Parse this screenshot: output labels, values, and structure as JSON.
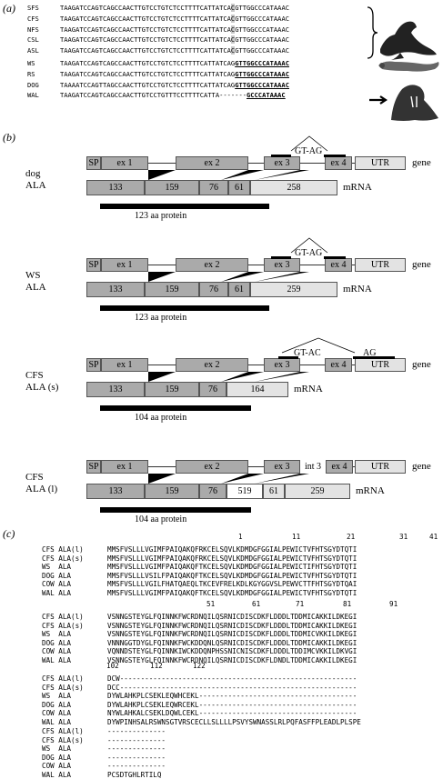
{
  "panel_a": {
    "label": "(a)",
    "rows": [
      {
        "name": "SFS",
        "pre": "TAAGATCCAGTCAGCCAACTTGTCCTGTCTCCTTTTCATTATCA",
        "hl": "C",
        "post": "GTTGGCCCATAAAC",
        "mark": ""
      },
      {
        "name": "CFS",
        "pre": "TAAGATCCAGTCAGCCAACTTGTCCTGTCTCCTTTTCATTATCA",
        "hl": "C",
        "post": "GTTGGCCCATAAAC",
        "mark": ""
      },
      {
        "name": "NFS",
        "pre": "TAAGATCCAGTCAGCCAACTTGTCCTGTCTCCTTTTCATTATCA",
        "hl": "C",
        "post": "GTTGGCCCATAAAC",
        "mark": ""
      },
      {
        "name": "CSL",
        "pre": "TAAGATCCAGTCAGCCAACTTGTCCTGTCTCCTTTTCATTATCA",
        "hl": "C",
        "post": "GTTGGCCCATAAAC",
        "mark": ""
      },
      {
        "name": "ASL",
        "pre": "TAAGATCCAGTCAGCCAACTTGTCCTGTCTCCTTTTCATTATCA",
        "hl": "C",
        "post": "GTTGGCCCATAAAC",
        "mark": ""
      },
      {
        "name": "WS",
        "pre": "TAAGATCCAGTCAGCCAACTTGTCCTGTCTCCTTTTCATTATCAG",
        "hl": "",
        "post": "GTTGGCCCATAAAC",
        "mark": "ul"
      },
      {
        "name": "RS",
        "pre": "TAAGATCCAGTCAGCCAACTTGTCCTGTCTCCTTTTCATTATCAG",
        "hl": "",
        "post": "GTTGGCCCATAAAC",
        "mark": "ul"
      },
      {
        "name": "DOG",
        "pre": "TAAAATCCAGTTAGCCAACTTGTCCTGTCTCCTTTTCATTATCAG",
        "hl": "",
        "post": "GTTGGCCCATAAAC",
        "mark": "ul"
      },
      {
        "name": "WAL",
        "pre": "TAAGATCCAGTCAGCCAACTTGTCCTGTTTCCTTTTCATTA-------",
        "hl": "",
        "post": "GCCCATAAAC",
        "mark": "ul"
      }
    ]
  },
  "panel_b": {
    "label": "(b)",
    "diagrams": [
      {
        "name1": "dog",
        "name2": "ALA",
        "gene": {
          "sp": "SP",
          "ex1": "ex 1",
          "ex2": "ex 2",
          "ex3": "ex 3",
          "ex4": "ex 4",
          "utr": "UTR",
          "tag": "gene",
          "splice": "GT-AG"
        },
        "mrna": [
          "133",
          "159",
          "76",
          "61",
          "258"
        ],
        "mrna_tag": "mRNA",
        "protein": "123 aa protein"
      },
      {
        "name1": "WS",
        "name2": "ALA",
        "gene": {
          "sp": "SP",
          "ex1": "ex 1",
          "ex2": "ex 2",
          "ex3": "ex 3",
          "ex4": "ex 4",
          "utr": "UTR",
          "tag": "gene",
          "splice": "GT-AG"
        },
        "mrna": [
          "133",
          "159",
          "76",
          "61",
          "259"
        ],
        "mrna_tag": "mRNA",
        "protein": "123 aa protein"
      },
      {
        "name1": "CFS",
        "name2": "ALA (s)",
        "gene": {
          "sp": "SP",
          "ex1": "ex 1",
          "ex2": "ex 2",
          "ex3": "ex 3",
          "ex4": "ex 4",
          "utr": "UTR",
          "tag": "gene",
          "splice": "GT-AC",
          "splice2": "AG"
        },
        "mrna": [
          "133",
          "159",
          "76",
          "164"
        ],
        "mrna_tag": "mRNA",
        "protein": "104 aa protein"
      },
      {
        "name1": "CFS",
        "name2": "ALA (l)",
        "gene": {
          "sp": "SP",
          "ex1": "ex 1",
          "ex2": "ex 2",
          "ex3": "ex 3",
          "int": "int 3",
          "ex4": "ex 4",
          "utr": "UTR",
          "tag": "gene"
        },
        "mrna": [
          "133",
          "159",
          "76",
          "519",
          "61",
          "259"
        ],
        "mrna_tag": "mRNA",
        "protein": "104 aa protein"
      }
    ]
  },
  "panel_c": {
    "label": "(c)",
    "block1": {
      "numbers": [
        "1",
        "11",
        "21",
        "31",
        "41"
      ],
      "rows": [
        {
          "name": "CFS ALA(l)",
          "seq": "MMSFVSLLLVGIMFPAIQAKQFRKCELSQVLKDMDGFGGIALPEWICTVFHTSGYDTQTI"
        },
        {
          "name": "CFS ALA(s)",
          "seq": "MMSFVSLLLVGIMFPAIQAKQFRKCELSQVLKDMDGFGGIALPEWICTVFHTSGYDTQTI"
        },
        {
          "name": "WS  ALA",
          "seq": "MMSFVSLLLVGIMFPAIQAKQFTKCELSQVLKDMDGFGGIALPEWICTIFHTSGYDTQTI"
        },
        {
          "name": "DOG ALA",
          "seq": "MMSFVSLLLVSILFPAIQAKQFTKCELSQVLKDMDGFGGIALPEWICTVFHTSGYDTQTI"
        },
        {
          "name": "COW ALA",
          "seq": "MMSFVSLLLVGILFHATQAEQLTKCEVFRELKDLKGYGGVSLPEWVCTTFHTSGYDTQAI"
        },
        {
          "name": "WAL ALA",
          "seq": "MMSFVSLLLVGIMFPAIQAKQFTKCELSQVLKDMDGFGGIALPEWICTVFHTSGYDTQTI"
        }
      ]
    },
    "block2": {
      "numbers": [
        "51",
        "61",
        "71",
        "81",
        "91"
      ],
      "rows": [
        {
          "name": "CFS ALA(l)",
          "seq": "VSNNGSTEYGLFQINNKFWCRDNQILQSRNICDISCDKFLDDDLTDDMICAKKILDKEGI"
        },
        {
          "name": "CFS ALA(s)",
          "seq": "VSNNGSTEYGLFQINNKFWCRDNQILQSRNICDISCDKFLDDDLTDDMICAKKILDKEGI"
        },
        {
          "name": "WS  ALA",
          "seq": "VSNNGSTEYGLFQINNKFWCRDNQILQSRNICDISCDKFLDDDLTDDMICVKKILDKEGI"
        },
        {
          "name": "DOG ALA",
          "seq": "VNNNGGTDYGLFQINNKFWCKDDQNLQSRNICDISCDKFLDDDLTDDMICAKKILDKEGI"
        },
        {
          "name": "COW ALA",
          "seq": "VQNNDSTEYGLFQINNKIWCKDDQNPHSSNICNISCDKFLDDDLTDDIMCVKKILDKVGI"
        },
        {
          "name": "WAL ALA",
          "seq": "VSNNGSTEYGLFQINNKFWCRDNQILQSRNICDISCDKFLDNDLTDDMICAKKILDKEGI"
        }
      ]
    },
    "block3": {
      "numbers": [
        "102",
        "112",
        "122"
      ],
      "rows": [
        {
          "name": "CFS ALA(l)",
          "seq": "DCW---------------------------------------------------------"
        },
        {
          "name": "CFS ALA(s)",
          "seq": "DCC---------------------------------------------------------"
        },
        {
          "name": "WS  ALA",
          "seq": "DYWLAHKPLCSEKLEQWHCEKL--------------------------------------"
        },
        {
          "name": "DOG ALA",
          "seq": "DYWLAHKPLCSEKLEQWRCEKL--------------------------------------"
        },
        {
          "name": "COW ALA",
          "seq": "NYWLAHKALCSEKLDQWLCEKL--------------------------------------"
        },
        {
          "name": "WAL ALA",
          "seq": "DYWPINHSALRSWNSGTVRSCECLLSLLLLPSVYSWNASSLRLPQFASFFPLEADLPLSPE"
        }
      ]
    },
    "block4": {
      "rows": [
        {
          "name": "CFS ALA(l)",
          "seq": "--------------"
        },
        {
          "name": "CFS ALA(s)",
          "seq": "--------------"
        },
        {
          "name": "WS  ALA",
          "seq": "--------------"
        },
        {
          "name": "DOG ALA",
          "seq": "--------------"
        },
        {
          "name": "COW ALA",
          "seq": "--------------"
        },
        {
          "name": "WAL ALA",
          "seq": "PCSDTGHLRTILQ"
        }
      ]
    }
  }
}
